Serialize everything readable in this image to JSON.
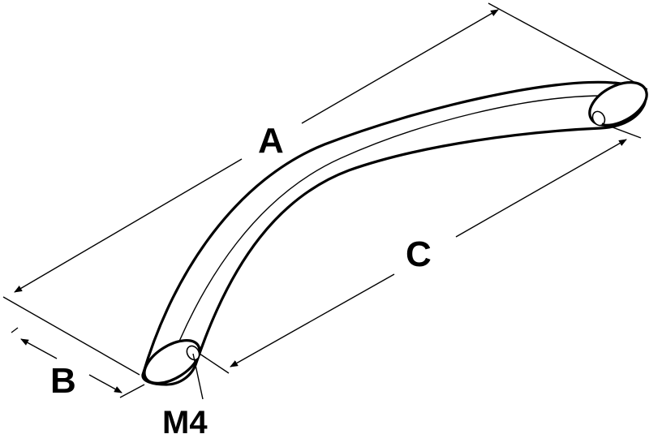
{
  "labels": {
    "a": "A",
    "b": "B",
    "c": "C",
    "thread": "M4"
  },
  "colors": {
    "ink": "#000000",
    "paper": "#ffffff"
  }
}
